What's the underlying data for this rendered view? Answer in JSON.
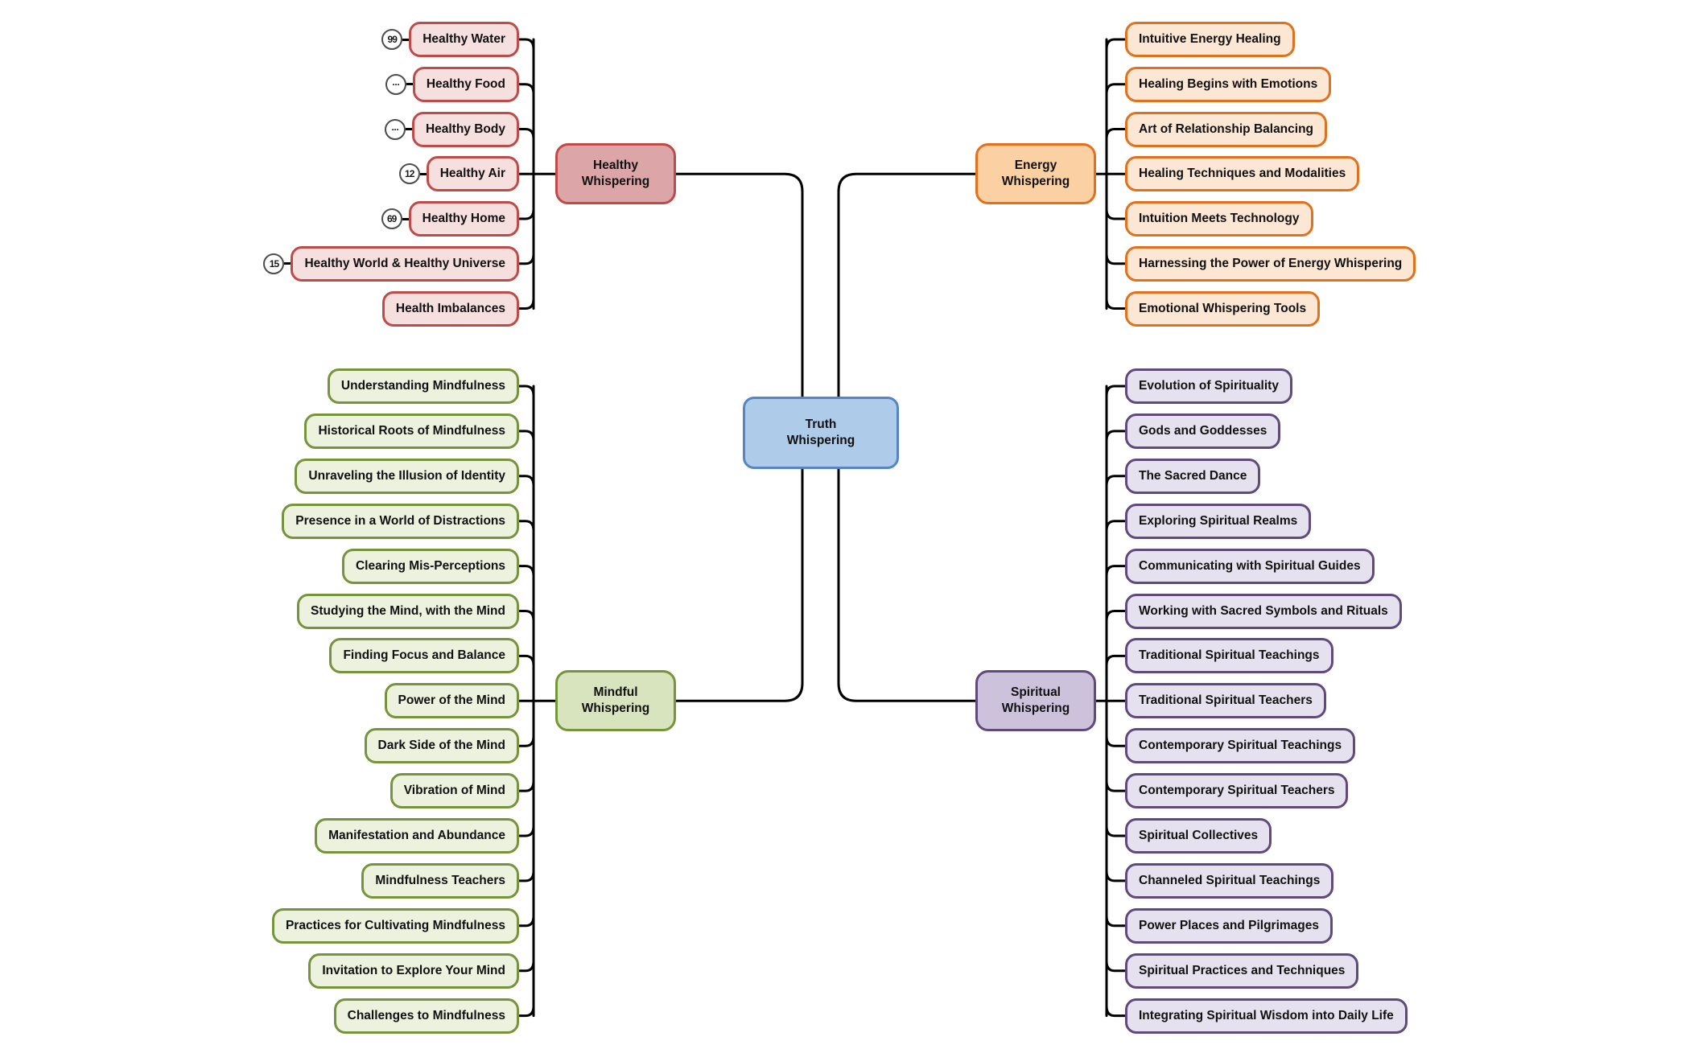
{
  "root": {
    "label": "Truth Whispering"
  },
  "branches": [
    {
      "id": "healthy",
      "label": "Healthy Whispering",
      "side": "left",
      "position": "top",
      "colors": {
        "border": "#BE4B48",
        "parent_fill": "#DCA5A8",
        "child_fill": "#F6DFDF"
      },
      "children": [
        {
          "label": "Healthy Water",
          "badge": "99"
        },
        {
          "label": "Healthy Food",
          "badge": "···"
        },
        {
          "label": "Healthy Body",
          "badge": "···"
        },
        {
          "label": "Healthy Air",
          "badge": "12"
        },
        {
          "label": "Healthy Home",
          "badge": "69"
        },
        {
          "label": "Healthy World & Healthy Universe",
          "badge": "15"
        },
        {
          "label": "Health Imbalances"
        }
      ]
    },
    {
      "id": "energy",
      "label": "Energy Whispering",
      "side": "right",
      "position": "top",
      "colors": {
        "border": "#E2711D",
        "parent_fill": "#FBD0A2",
        "child_fill": "#FCE7D4"
      },
      "children": [
        {
          "label": "Intuitive Energy Healing"
        },
        {
          "label": "Healing Begins with Emotions"
        },
        {
          "label": "Art of Relationship Balancing"
        },
        {
          "label": "Healing Techniques and Modalities"
        },
        {
          "label": "Intuition Meets Technology"
        },
        {
          "label": "Harnessing the Power of Energy Whispering"
        },
        {
          "label": "Emotional Whispering Tools"
        }
      ]
    },
    {
      "id": "mindful",
      "label": "Mindful Whispering",
      "side": "left",
      "position": "bottom",
      "colors": {
        "border": "#77933C",
        "parent_fill": "#D7E4BD",
        "child_fill": "#ECF2DE"
      },
      "children": [
        {
          "label": "Understanding Mindfulness"
        },
        {
          "label": "Historical Roots of Mindfulness"
        },
        {
          "label": "Unraveling the Illusion of Identity"
        },
        {
          "label": "Presence in a World of Distractions"
        },
        {
          "label": "Clearing Mis-Perceptions"
        },
        {
          "label": "Studying the Mind, with the Mind"
        },
        {
          "label": "Finding Focus and Balance"
        },
        {
          "label": "Power of the Mind"
        },
        {
          "label": "Dark Side of the Mind"
        },
        {
          "label": "Vibration of Mind"
        },
        {
          "label": "Manifestation and Abundance"
        },
        {
          "label": "Mindfulness Teachers"
        },
        {
          "label": "Practices for Cultivating Mindfulness"
        },
        {
          "label": "Invitation to Explore Your Mind"
        },
        {
          "label": "Challenges to Mindfulness"
        }
      ]
    },
    {
      "id": "spiritual",
      "label": "Spiritual Whispering",
      "side": "right",
      "position": "bottom",
      "colors": {
        "border": "#604A7B",
        "parent_fill": "#CDC2DC",
        "child_fill": "#E6E1EF"
      },
      "children": [
        {
          "label": "Evolution of Spirituality"
        },
        {
          "label": "Gods and Goddesses"
        },
        {
          "label": "The Sacred Dance"
        },
        {
          "label": "Exploring Spiritual Realms"
        },
        {
          "label": "Communicating with Spiritual Guides"
        },
        {
          "label": "Working with Sacred Symbols and Rituals"
        },
        {
          "label": "Traditional Spiritual Teachings"
        },
        {
          "label": "Traditional Spiritual Teachers"
        },
        {
          "label": "Contemporary Spiritual Teachings"
        },
        {
          "label": "Contemporary Spiritual Teachers"
        },
        {
          "label": "Spiritual Collectives"
        },
        {
          "label": "Channeled Spiritual Teachings"
        },
        {
          "label": "Power Places and Pilgrimages"
        },
        {
          "label": "Spiritual Practices and Techniques"
        },
        {
          "label": "Integrating Spiritual Wisdom into Daily Life"
        }
      ]
    }
  ],
  "palette": {
    "background": "#FFFFFF",
    "link": "#000000",
    "center": {
      "fill": "#AECBE9",
      "border": "#5585C5"
    },
    "badge": {
      "fill": "#FFFFFF",
      "border": "#4D4D4D",
      "text": "#1A1A1A"
    }
  }
}
